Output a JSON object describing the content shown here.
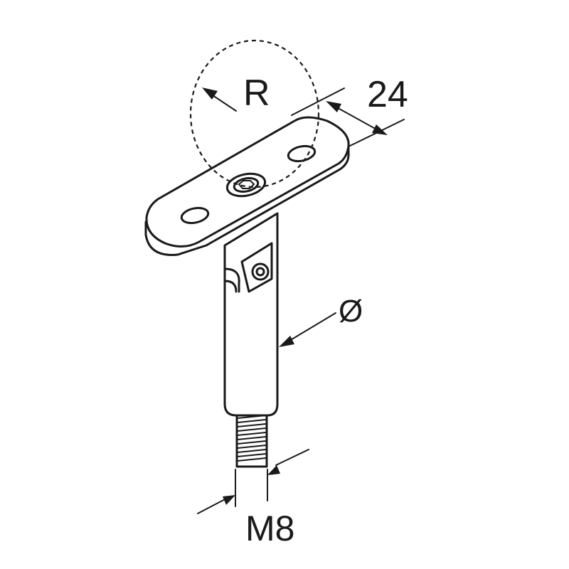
{
  "labels": {
    "radius": "R",
    "width": "24",
    "diameter": "Ø",
    "thread": "M8"
  },
  "colors": {
    "line": "#1a1a1a",
    "background": "#ffffff"
  }
}
